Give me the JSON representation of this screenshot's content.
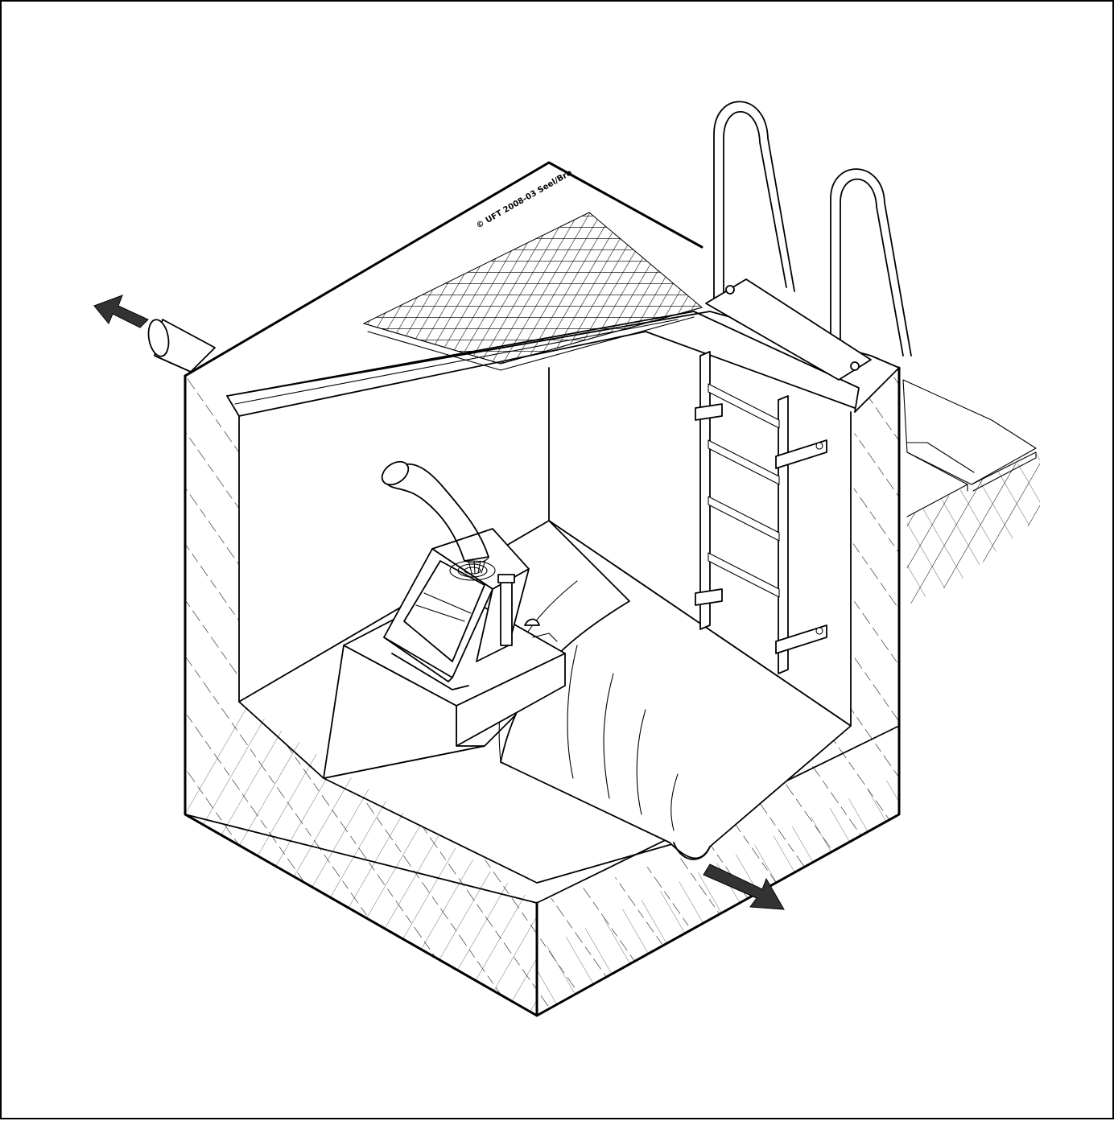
{
  "diagram": {
    "copyright": "© UFT 2008-03 Seel/Bro",
    "colors": {
      "ink": "#000000",
      "paper": "#ffffff",
      "pipe_shade": "#d9d9d9",
      "arrow": "#333333"
    },
    "components": [
      "inlet-pipe",
      "flow-arrow-in",
      "grating",
      "shaft-wall-cut",
      "discharge-pipe",
      "flow-meter-box",
      "level-sensor",
      "wall-ladder",
      "grab-handles",
      "channel",
      "flow-arrow-out"
    ]
  }
}
